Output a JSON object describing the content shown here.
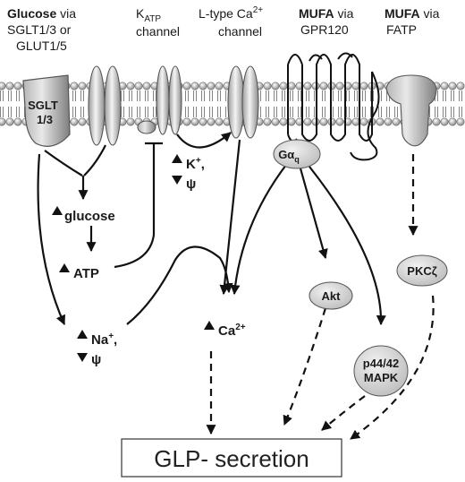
{
  "headers": {
    "glucose": {
      "bold": "Glucose",
      "rest": " via",
      "line2": "SGLT1/3 or",
      "line3": "GLUT1/5"
    },
    "katp": {
      "main": "K",
      "sub": "ATP",
      "line2": "channel"
    },
    "ltype": {
      "line1": "L-type Ca",
      "sup": "2+",
      "line2": "channel"
    },
    "mufa_gpr": {
      "bold": "MUFA",
      "rest": " via",
      "line2": "GPR120"
    },
    "mufa_fatp": {
      "bold": "MUFA",
      "rest": " via",
      "line2": "FATP"
    }
  },
  "membrane_labels": {
    "sglt_line1": "SGLT",
    "sglt_line2": "1/3"
  },
  "nodes": {
    "galpha": {
      "main": "Gα",
      "sub": "q"
    },
    "akt": "Akt",
    "p44_line1": "p44/42",
    "p44_line2": "MAPK",
    "pkc": "PKCζ"
  },
  "labels": {
    "glucose": "glucose",
    "atp": "ATP",
    "k": "K",
    "k_sup": "+",
    "k_comma": ",",
    "psi": "ψ",
    "na": "Na",
    "na_sup": "+",
    "na_comma": ",",
    "psi2": "ψ",
    "ca": "Ca",
    "ca_sup": "2+"
  },
  "output": "GLP- secretion"
}
